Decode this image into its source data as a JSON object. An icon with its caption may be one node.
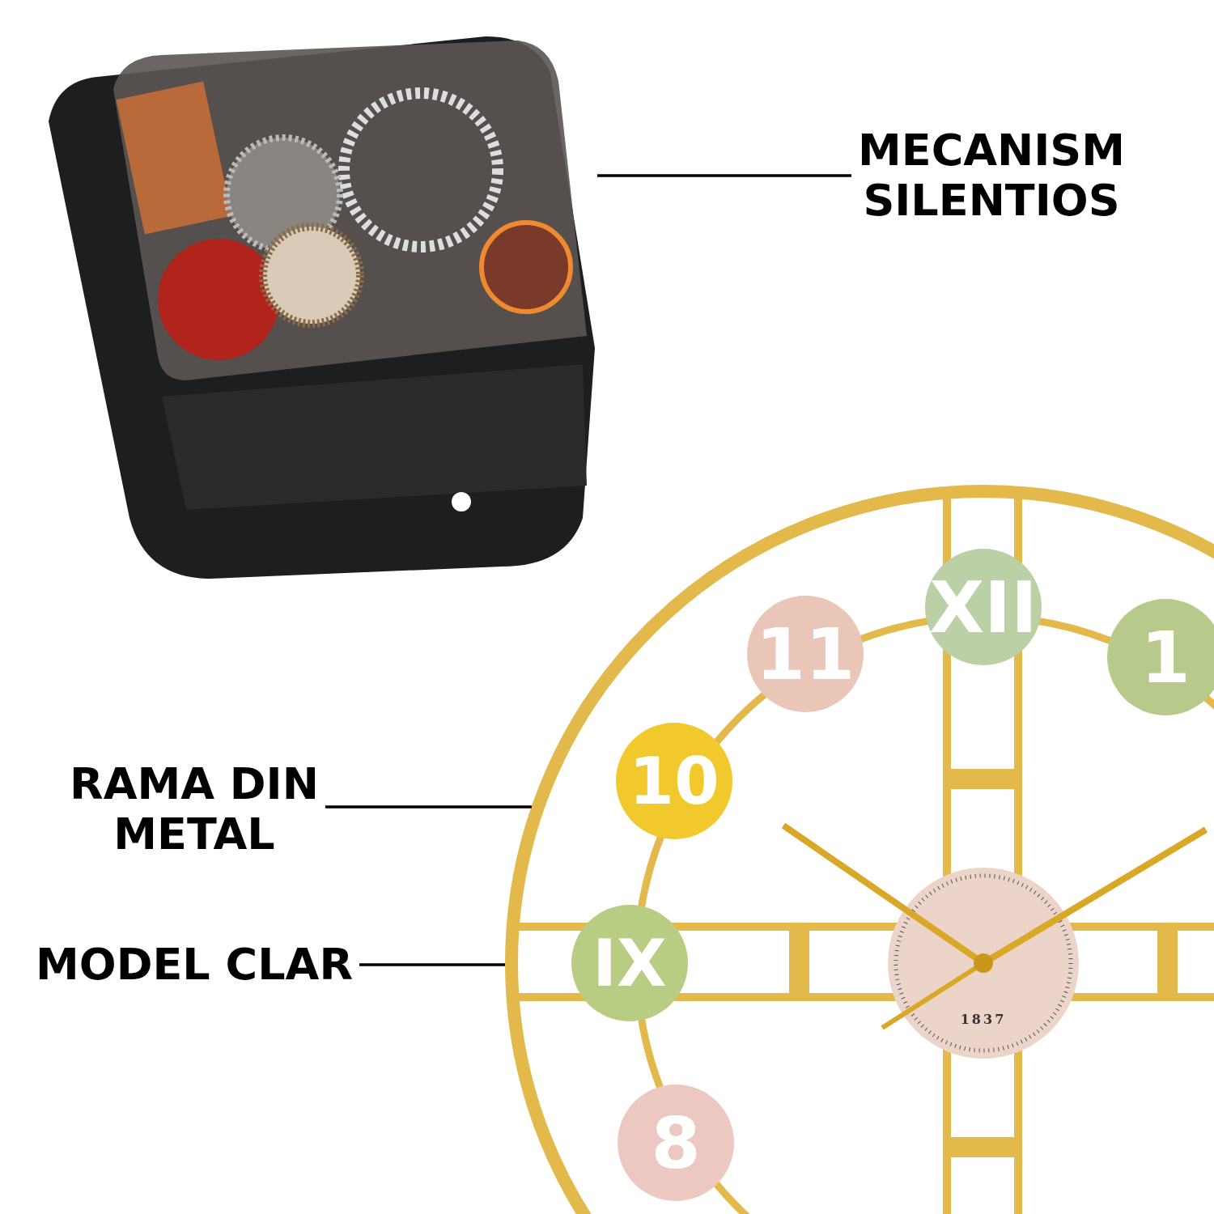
{
  "diagram": {
    "nodes": [
      {
        "text": [
          "MECANISM SILENTIOS"
        ]
      },
      {
        "text": [],
        "shape": "picture"
      },
      {
        "text": [
          "RAMA DIN METAL"
        ]
      },
      {
        "text": [
          "MODEL CLAR"
        ]
      },
      {
        "text": [],
        "shape": "picture"
      }
    ],
    "edges": [
      {
        "from": 0,
        "to": 1,
        "arrow": "none"
      },
      {
        "from": 2,
        "to": 4,
        "arrow": "none"
      },
      {
        "from": 3,
        "to": 4,
        "arrow": "none"
      }
    ],
    "labels": [
      "XII",
      "11",
      "1",
      "10",
      "IX",
      "8",
      "1837"
    ]
  }
}
